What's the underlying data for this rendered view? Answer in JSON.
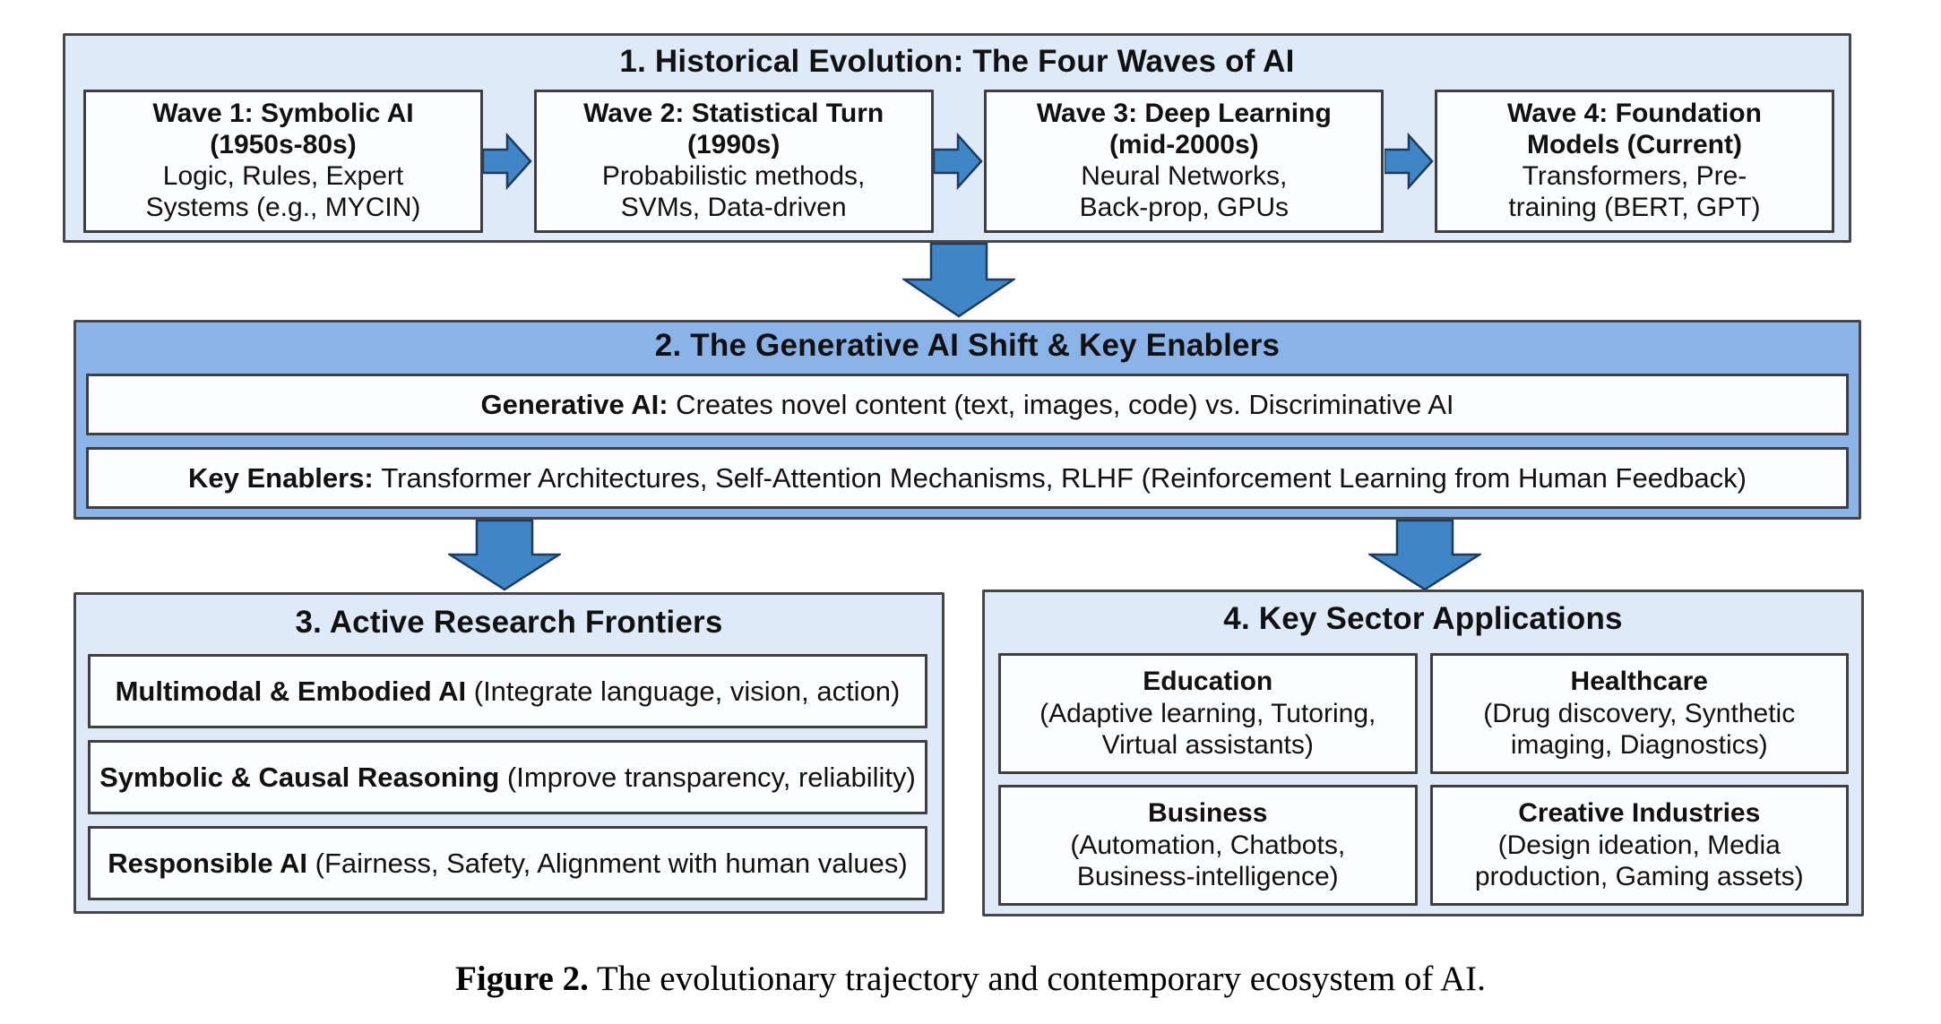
{
  "colors": {
    "section_bg": "#dfeaf8",
    "panel_bg": "#fcfdff",
    "header_blue": "#8ab4e8",
    "arrow_fill": "#3f86c6",
    "arrow_stroke": "#1c3b5e",
    "border_dark": "#3f3f3f"
  },
  "sections": {
    "historical": {
      "title": "1. Historical Evolution: The Four Waves of AI",
      "waves": [
        {
          "title_lines": [
            "Wave 1: Symbolic AI",
            "(1950s-80s)"
          ],
          "desc_lines": [
            "Logic, Rules, Expert",
            "Systems (e.g., MYCIN)"
          ]
        },
        {
          "title_lines": [
            "Wave 2: Statistical Turn",
            "(1990s)"
          ],
          "desc_lines": [
            "Probabilistic methods,",
            "SVMs, Data-driven"
          ]
        },
        {
          "title_lines": [
            "Wave 3: Deep Learning",
            "(mid-2000s)"
          ],
          "desc_lines": [
            "Neural Networks,",
            "Back-prop, GPUs"
          ]
        },
        {
          "title_lines": [
            "Wave 4: Foundation",
            "Models (Current)"
          ],
          "desc_lines": [
            "Transformers, Pre-",
            "training (BERT, GPT)"
          ]
        }
      ]
    },
    "generative": {
      "title": "2. The Generative AI Shift & Key Enablers",
      "rows": [
        {
          "label": "Generative AI:",
          "text": "Creates novel content (text, images, code) vs. Discriminative AI"
        },
        {
          "label": "Key Enablers:",
          "text": "Transformer Architectures, Self-Attention Mechanisms, RLHF (Reinforcement Learning from Human Feedback)"
        }
      ]
    },
    "research": {
      "title": "3. Active Research Frontiers",
      "rows": [
        {
          "label": "Multimodal & Embodied AI",
          "text": "(Integrate language, vision, action)"
        },
        {
          "label": "Symbolic & Causal Reasoning",
          "text": "(Improve transparency, reliability)"
        },
        {
          "label": "Responsible AI",
          "text": "(Fairness, Safety, Alignment with human values)"
        }
      ]
    },
    "applications": {
      "title": "4. Key Sector Applications",
      "cells": [
        {
          "name": "Education",
          "desc_lines": [
            "(Adaptive learning, Tutoring,",
            "Virtual assistants)"
          ]
        },
        {
          "name": "Healthcare",
          "desc_lines": [
            "(Drug discovery, Synthetic",
            "imaging, Diagnostics)"
          ]
        },
        {
          "name": "Business",
          "desc_lines": [
            "(Automation, Chatbots,",
            "Business-intelligence)"
          ]
        },
        {
          "name": "Creative Industries",
          "desc_lines": [
            "(Design ideation, Media",
            "production, Gaming assets)"
          ]
        }
      ]
    }
  },
  "caption": {
    "label": "Figure 2.",
    "text": "The evolutionary trajectory and contemporary ecosystem of AI."
  }
}
